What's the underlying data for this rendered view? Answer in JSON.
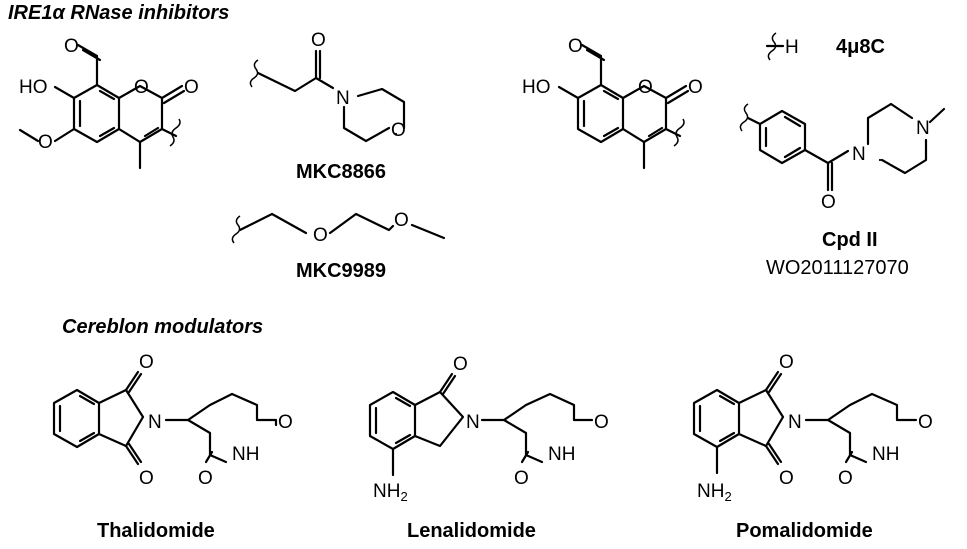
{
  "headers": {
    "ire1": "IRE1α RNase inhibitors",
    "cereblon": "Cereblon modulators"
  },
  "compounds": {
    "mkc8866": "MKC8866",
    "mkc9989": "MKC9989",
    "u48c": "4μ8C",
    "cpd2": "Cpd II",
    "patent": "WO2011127070",
    "thalidomide": "Thalidomide",
    "lenalidomide": "Lenalidomide",
    "pomalidomide": "Pomalidomide"
  },
  "atoms": {
    "O": "O",
    "N": "N",
    "H": "H",
    "HO": "HO",
    "NH": "NH",
    "NH2_base": "NH",
    "NH2_sub": "2"
  }
}
